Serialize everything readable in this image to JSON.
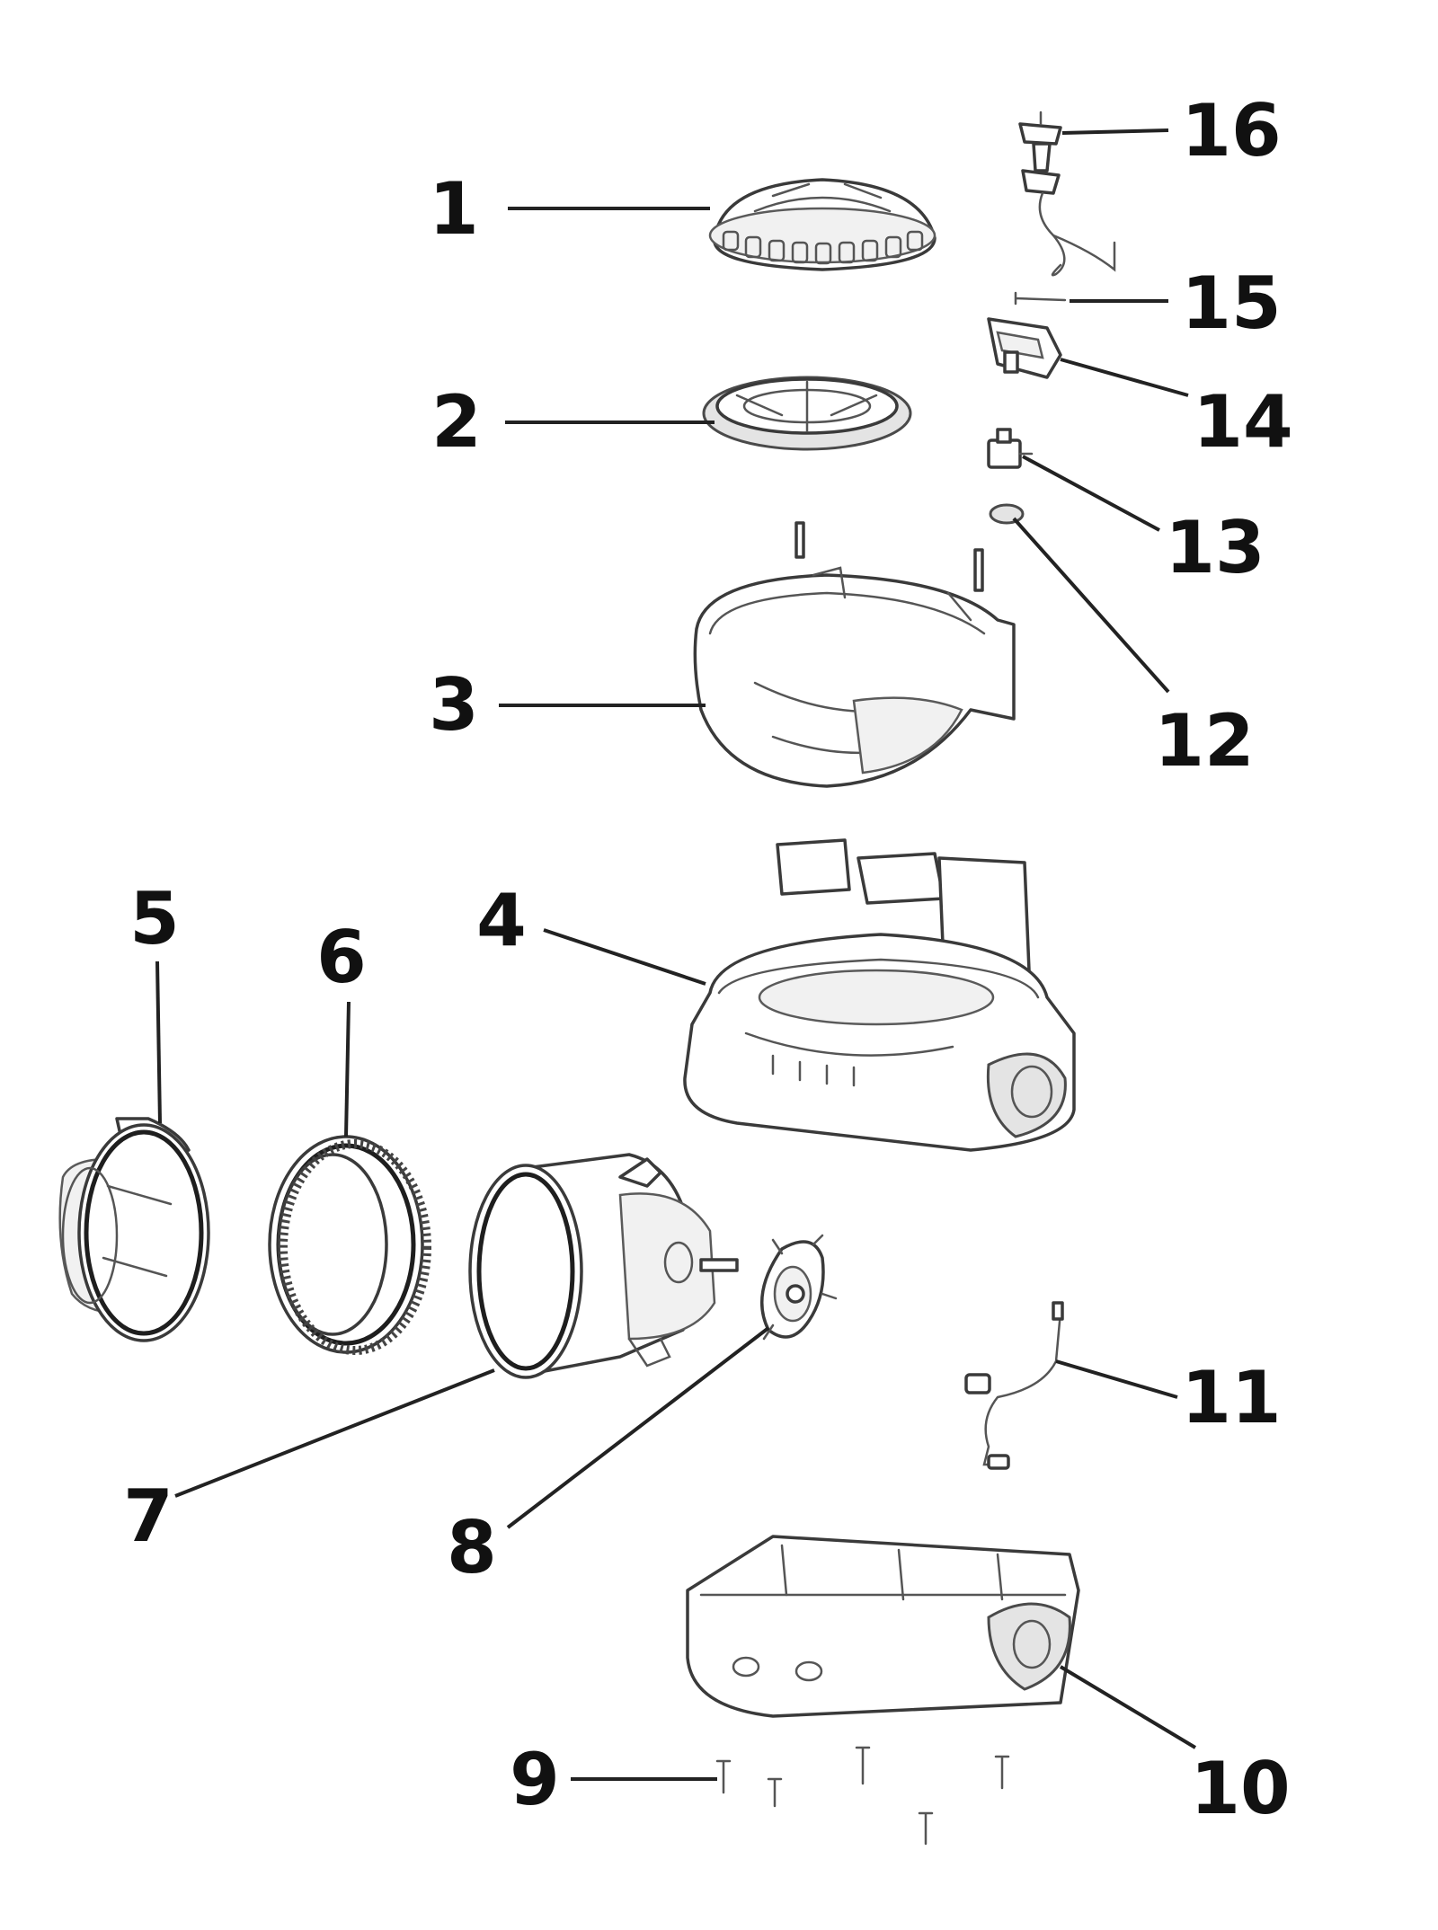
{
  "parts": [
    {
      "number": "1"
    },
    {
      "number": "2"
    },
    {
      "number": "3"
    },
    {
      "number": "4"
    },
    {
      "number": "5"
    },
    {
      "number": "6"
    },
    {
      "number": "7"
    },
    {
      "number": "8"
    },
    {
      "number": "9"
    },
    {
      "number": "10"
    },
    {
      "number": "11"
    },
    {
      "number": "12"
    },
    {
      "number": "13"
    },
    {
      "number": "14"
    },
    {
      "number": "15"
    },
    {
      "number": "16"
    }
  ]
}
